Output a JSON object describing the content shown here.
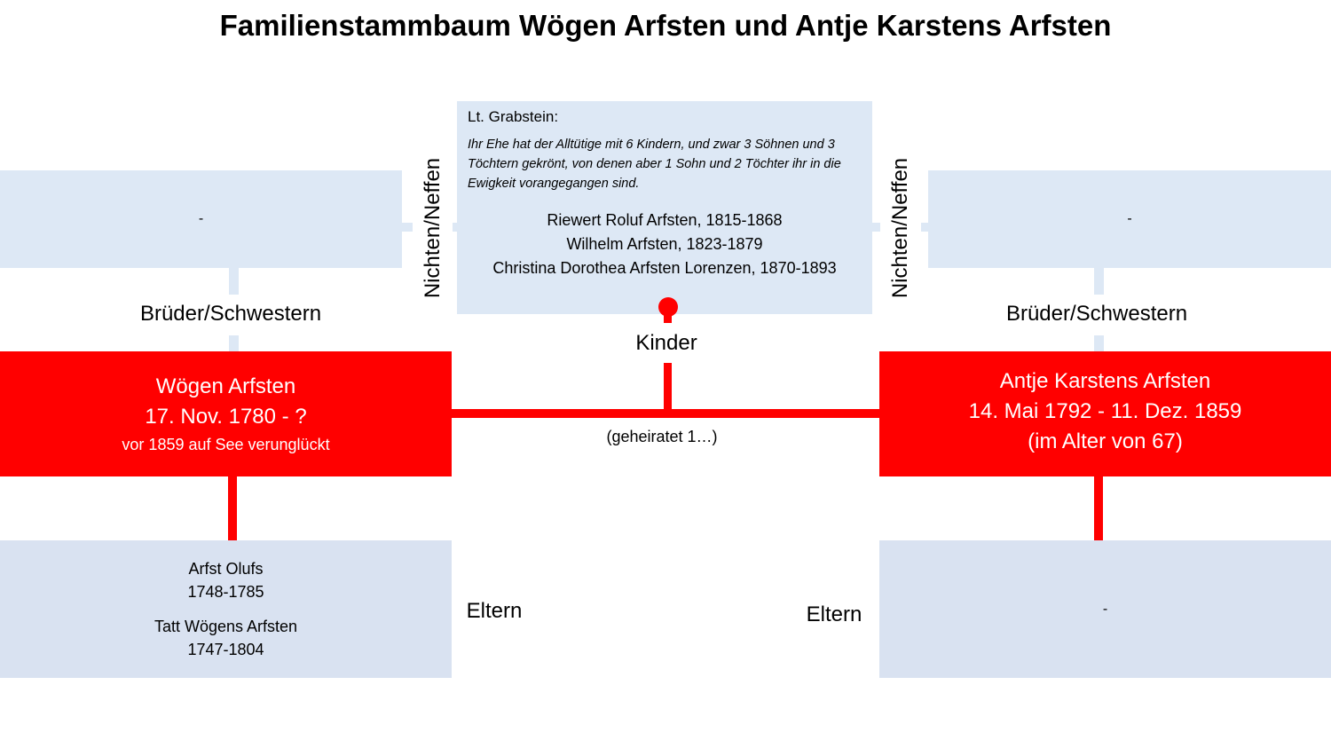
{
  "title": "Familienstammbaum Wögen Arfsten und Antje Karstens Arfsten",
  "left_siblings": {
    "label": "Brüder/Schwestern",
    "content": "-"
  },
  "right_siblings": {
    "label": "Brüder/Schwestern",
    "content": "-"
  },
  "left_nieces_label": "Nichten/Neffen",
  "right_nieces_label": "Nichten/Neffen",
  "children": {
    "heading": "Lt. Grabstein:",
    "quote": "Ihr Ehe hat der Alltütige mit 6 Kindern, und zwar 3 Söhnen und 3 Töchtern gekrönt, von denen aber 1 Sohn und 2 Töchter ihr in die Ewigkeit vorangegangen sind.",
    "names": [
      "Riewert Roluf Arfsten, 1815-1868",
      "Wilhelm Arfsten, 1823-1879",
      "Christina Dorothea Arfsten Lorenzen, 1870-1893"
    ],
    "label": "Kinder"
  },
  "husband": {
    "name": "Wögen Arfsten",
    "dates": "17. Nov. 1780 - ?",
    "note": "vor 1859 auf See verunglückt"
  },
  "wife": {
    "name": "Antje Karstens Arfsten",
    "dates": "14. Mai 1792 - 11. Dez. 1859",
    "note": "(im Alter von 67)"
  },
  "marriage_label": "(geheiratet 1…)",
  "left_parents": {
    "label": "Eltern",
    "father_name": "Arfst Olufs",
    "father_dates": "1748-1785",
    "mother_name": "Tatt Wögens Arfsten",
    "mother_dates": "1747-1804"
  },
  "right_parents": {
    "label": "Eltern",
    "content": "-"
  },
  "colors": {
    "red": "#ff0000",
    "light_blue": "#dde8f5",
    "parent_blue": "#d9e2f1"
  }
}
